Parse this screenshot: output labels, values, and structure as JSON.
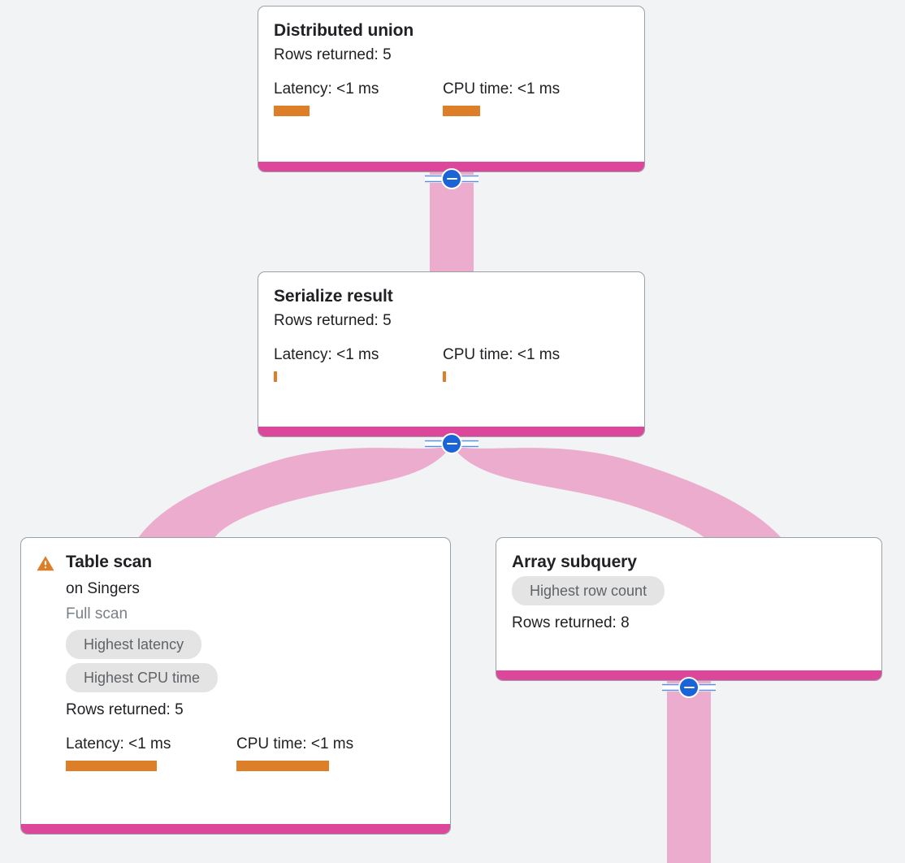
{
  "diagram": {
    "type": "query-execution-plan",
    "background_color": "#f1f3f4",
    "edge_color": "#ebaccE",
    "footer_color": "#dd479b",
    "bar_color": "#dd7e28",
    "toggle_color": "#1a64d8",
    "badge_bg": "#e4e4e4",
    "badge_text_color": "#5f6368"
  },
  "nodes": [
    {
      "id": "distributed-union",
      "title": "Distributed union",
      "rows_returned": "Rows returned: 5",
      "latency_label": "Latency: <1 ms",
      "cpu_label": "CPU time: <1 ms",
      "latency_bar_width": 44,
      "cpu_bar_width": 46,
      "badges": [],
      "warning": false
    },
    {
      "id": "serialize-result",
      "title": "Serialize result",
      "rows_returned": "Rows returned: 5",
      "latency_label": "Latency: <1 ms",
      "cpu_label": "CPU time: <1 ms",
      "latency_bar_width": 4,
      "cpu_bar_width": 4,
      "badges": [],
      "warning": false
    },
    {
      "id": "table-scan",
      "title": "Table scan",
      "subtitle": "on Singers",
      "scan_type": "Full scan",
      "rows_returned": "Rows returned: 5",
      "latency_label": "Latency: <1 ms",
      "cpu_label": "CPU time: <1 ms",
      "latency_bar_width": 112,
      "cpu_bar_width": 114,
      "badges": [
        "Highest latency",
        "Highest CPU time"
      ],
      "warning": true,
      "warning_icon": "warning-triangle-icon"
    },
    {
      "id": "array-subquery",
      "title": "Array subquery",
      "rows_returned": "Rows returned: 8",
      "badges": [
        "Highest row count"
      ],
      "warning": false
    }
  ],
  "toggles": [
    {
      "id": "toggle-distributed-union",
      "icon": "collapse-minus-icon"
    },
    {
      "id": "toggle-serialize-result",
      "icon": "collapse-minus-icon"
    },
    {
      "id": "toggle-array-subquery",
      "icon": "collapse-minus-icon"
    }
  ]
}
